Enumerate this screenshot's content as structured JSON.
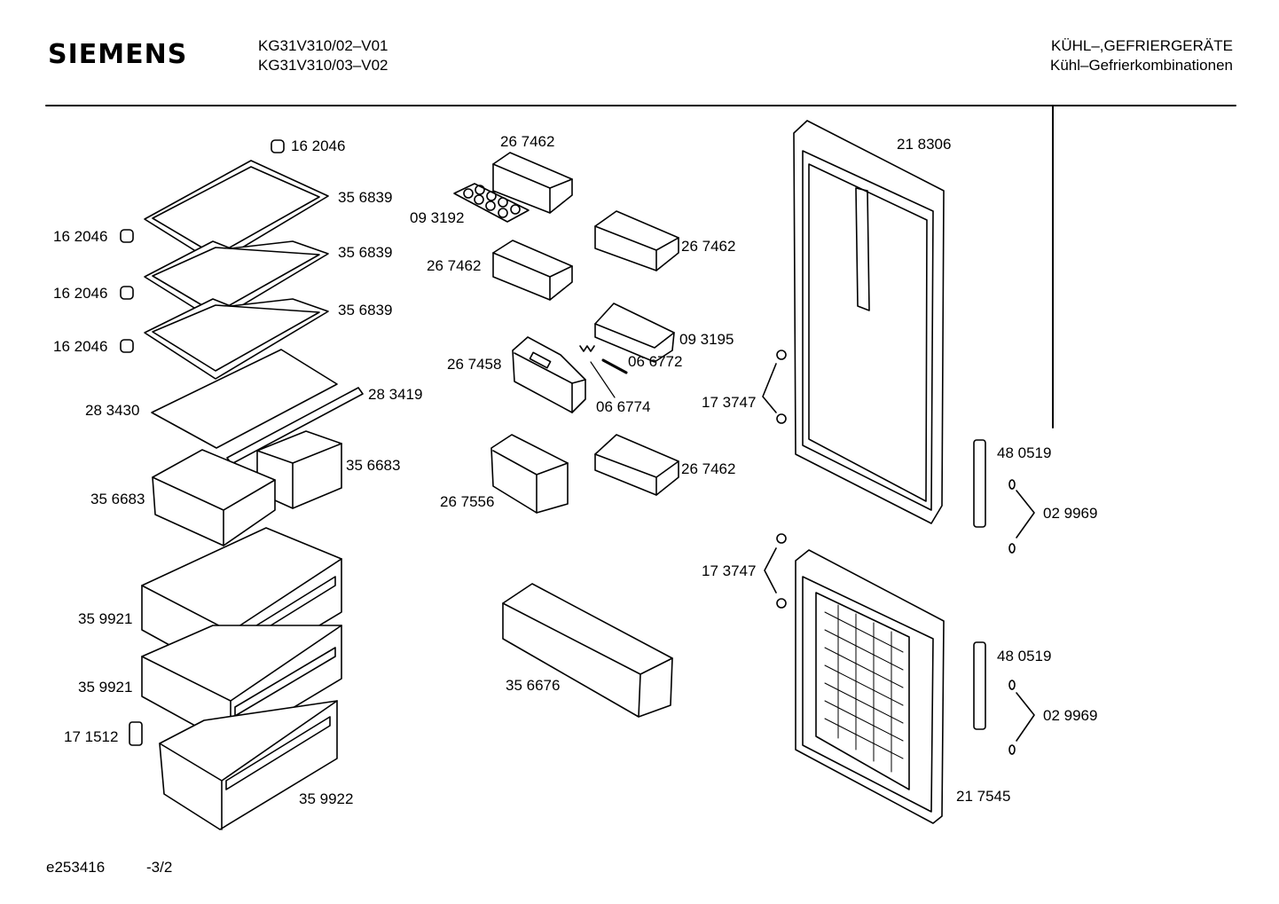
{
  "header": {
    "brand": "SIEMENS",
    "models": [
      "KG31V310/02–V01",
      "KG31V310/03–V02"
    ],
    "category": "KÜHL–,GEFRIERGERÄTE",
    "subcategory": "Kühl–Gefrierkombinationen"
  },
  "footer": {
    "doc_id": "e253416",
    "page": "-3/2"
  },
  "parts": [
    {
      "id": "p-162046-top",
      "number": "16 2046"
    },
    {
      "id": "p-356839-1",
      "number": "35 6839"
    },
    {
      "id": "p-162046-1",
      "number": "16 2046"
    },
    {
      "id": "p-356839-2",
      "number": "35 6839"
    },
    {
      "id": "p-162046-2",
      "number": "16 2046"
    },
    {
      "id": "p-356839-3",
      "number": "35 6839"
    },
    {
      "id": "p-162046-3",
      "number": "16 2046"
    },
    {
      "id": "p-283430",
      "number": "28 3430"
    },
    {
      "id": "p-283419",
      "number": "28 3419"
    },
    {
      "id": "p-356683-r",
      "number": "35 6683"
    },
    {
      "id": "p-356683-l",
      "number": "35 6683"
    },
    {
      "id": "p-359921-1",
      "number": "35 9921"
    },
    {
      "id": "p-359921-2",
      "number": "35 9921"
    },
    {
      "id": "p-171512",
      "number": "17 1512"
    },
    {
      "id": "p-359922",
      "number": "35 9922"
    },
    {
      "id": "p-267462-1",
      "number": "26 7462"
    },
    {
      "id": "p-093192",
      "number": "09 3192"
    },
    {
      "id": "p-267462-2",
      "number": "26 7462"
    },
    {
      "id": "p-267462-3",
      "number": "26 7462"
    },
    {
      "id": "p-093195",
      "number": "09 3195"
    },
    {
      "id": "p-267458",
      "number": "26 7458"
    },
    {
      "id": "p-066772",
      "number": "06 6772"
    },
    {
      "id": "p-066774",
      "number": "06 6774"
    },
    {
      "id": "p-267462-4",
      "number": "26 7462"
    },
    {
      "id": "p-267556",
      "number": "26 7556"
    },
    {
      "id": "p-356676",
      "number": "35 6676"
    },
    {
      "id": "p-218306",
      "number": "21 8306"
    },
    {
      "id": "p-173747-1",
      "number": "17 3747"
    },
    {
      "id": "p-480519-1",
      "number": "48 0519"
    },
    {
      "id": "p-029969-1",
      "number": "02 9969"
    },
    {
      "id": "p-173747-2",
      "number": "17 3747"
    },
    {
      "id": "p-480519-2",
      "number": "48 0519"
    },
    {
      "id": "p-029969-2",
      "number": "02 9969"
    },
    {
      "id": "p-217545",
      "number": "21 7545"
    }
  ]
}
